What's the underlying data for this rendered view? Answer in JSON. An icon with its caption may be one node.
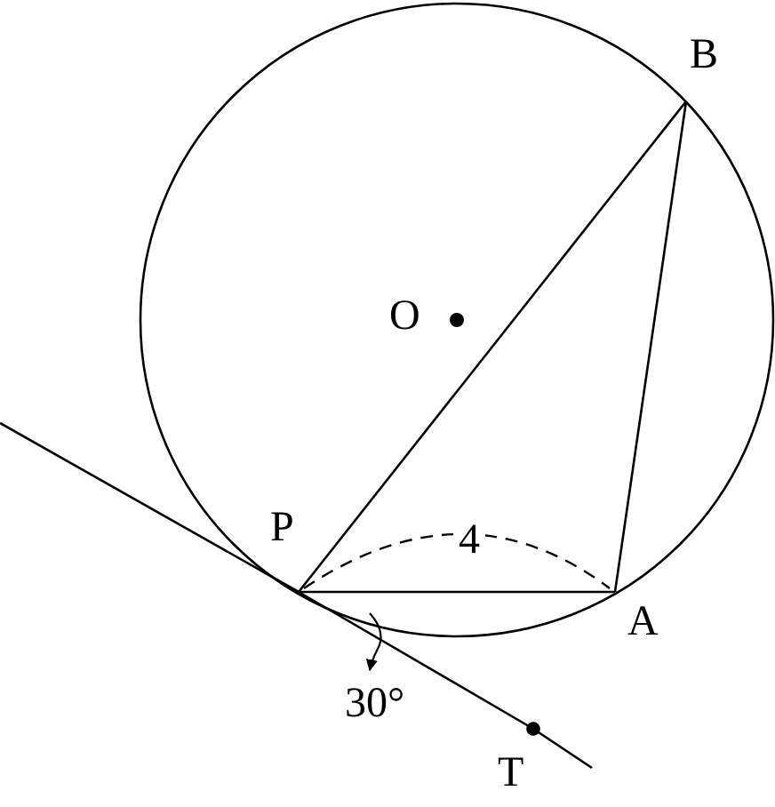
{
  "diagram": {
    "nodes": [
      {
        "text": [
          "O"
        ]
      },
      {
        "text": [
          "B"
        ]
      },
      {
        "text": [
          "P"
        ]
      },
      {
        "text": [
          "A"
        ]
      },
      {
        "text": [
          "T"
        ]
      }
    ],
    "edges": [
      {
        "from": 2,
        "to": 1,
        "arrow": "none"
      },
      {
        "from": 1,
        "to": 3,
        "arrow": "none"
      },
      {
        "from": 2,
        "to": 3,
        "arrow": "none"
      },
      {
        "from": 2,
        "to": 4,
        "arrow": "other"
      }
    ],
    "labels": [
      "4",
      "30°"
    ]
  }
}
